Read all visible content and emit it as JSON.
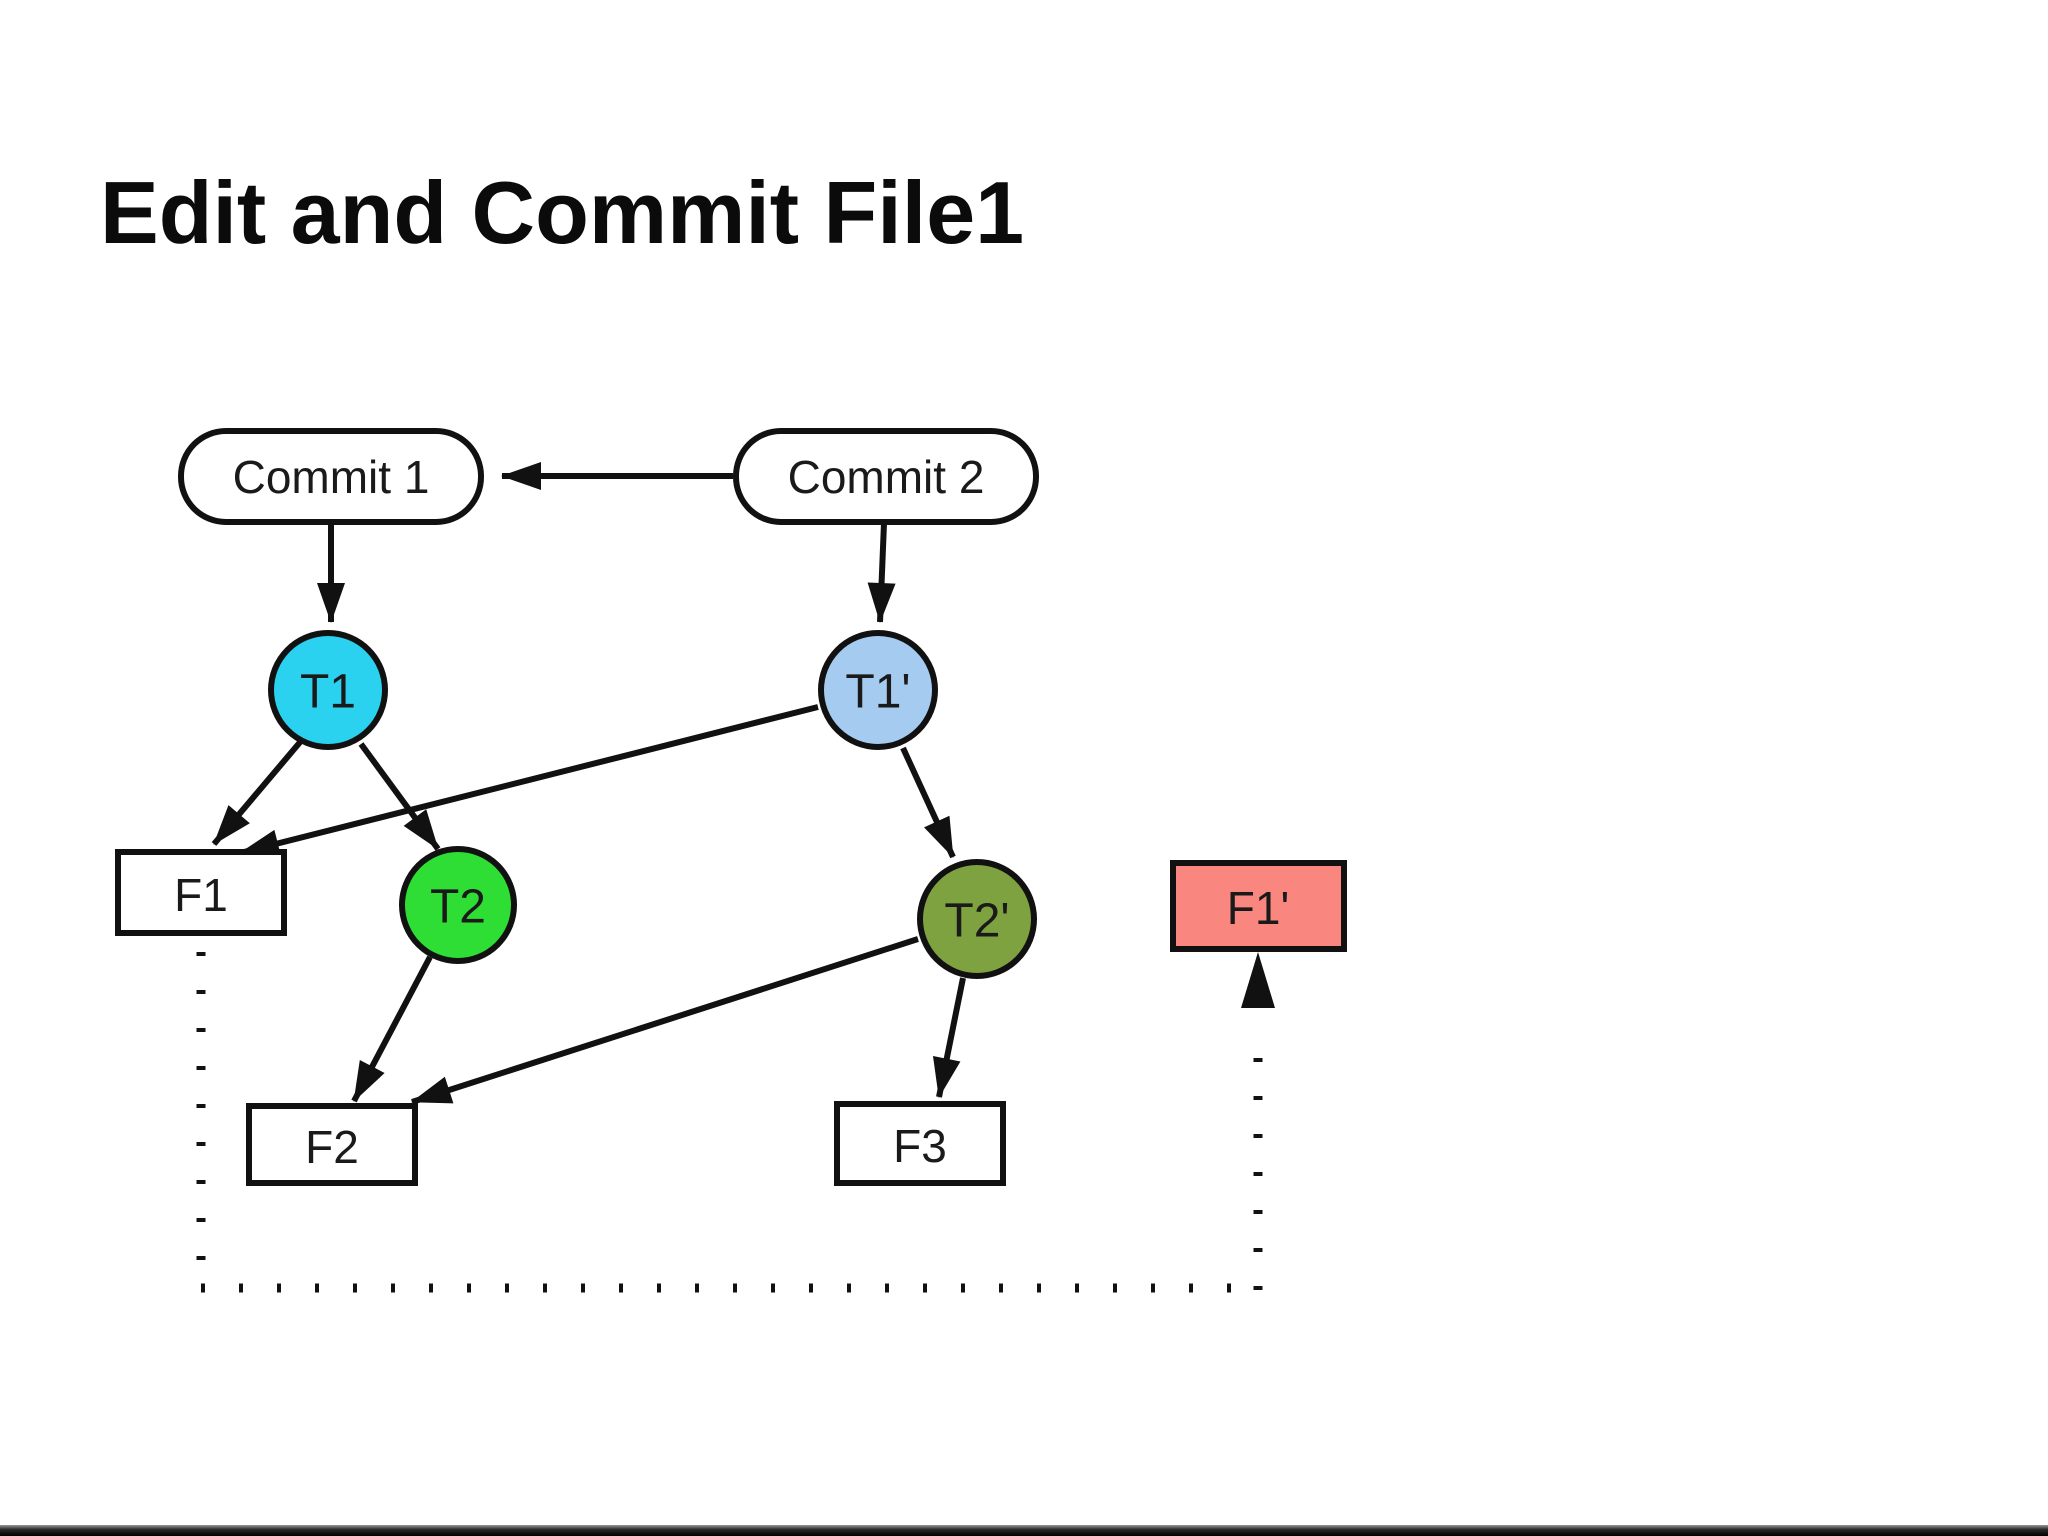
{
  "slide": {
    "title": "Edit and Commit File1"
  },
  "colors": {
    "background": "#FFFFFF",
    "stroke": "#111111",
    "commit_fill": "#FFFFFF",
    "file_fill": "#FFFFFF",
    "t1_fill": "#2BD2F0",
    "t1p_fill": "#A6CBF0",
    "t2_fill": "#2EDE35",
    "t2p_fill": "#7DA23F",
    "f1p_fill": "#F9867F",
    "footer_bar": "#000000"
  },
  "nodes": {
    "commit1": {
      "label": "Commit 1",
      "type": "commit"
    },
    "commit2": {
      "label": "Commit 2",
      "type": "commit"
    },
    "t1": {
      "label": "T1",
      "type": "tree"
    },
    "t1p": {
      "label": "T1'",
      "type": "tree"
    },
    "t2": {
      "label": "T2",
      "type": "tree"
    },
    "t2p": {
      "label": "T2'",
      "type": "tree"
    },
    "f1": {
      "label": "F1",
      "type": "file"
    },
    "f2": {
      "label": "F2",
      "type": "file"
    },
    "f3": {
      "label": "F3",
      "type": "file"
    },
    "f1p": {
      "label": "F1'",
      "type": "file-new"
    }
  },
  "edges": [
    {
      "from": "Commit 2",
      "to": "Commit 1",
      "style": "solid-arrow"
    },
    {
      "from": "Commit 1",
      "to": "T1",
      "style": "solid-arrow"
    },
    {
      "from": "Commit 2",
      "to": "T1'",
      "style": "solid-arrow"
    },
    {
      "from": "T1",
      "to": "F1",
      "style": "solid-arrow"
    },
    {
      "from": "T1",
      "to": "T2",
      "style": "solid-arrow"
    },
    {
      "from": "T1'",
      "to": "F1",
      "style": "solid-arrow"
    },
    {
      "from": "T1'",
      "to": "T2'",
      "style": "solid-arrow"
    },
    {
      "from": "T2",
      "to": "F2",
      "style": "solid-arrow"
    },
    {
      "from": "T2'",
      "to": "F2",
      "style": "solid-arrow"
    },
    {
      "from": "T2'",
      "to": "F3",
      "style": "solid-arrow"
    },
    {
      "from": "F1",
      "to": "F1'",
      "style": "dotted-arrow"
    }
  ]
}
